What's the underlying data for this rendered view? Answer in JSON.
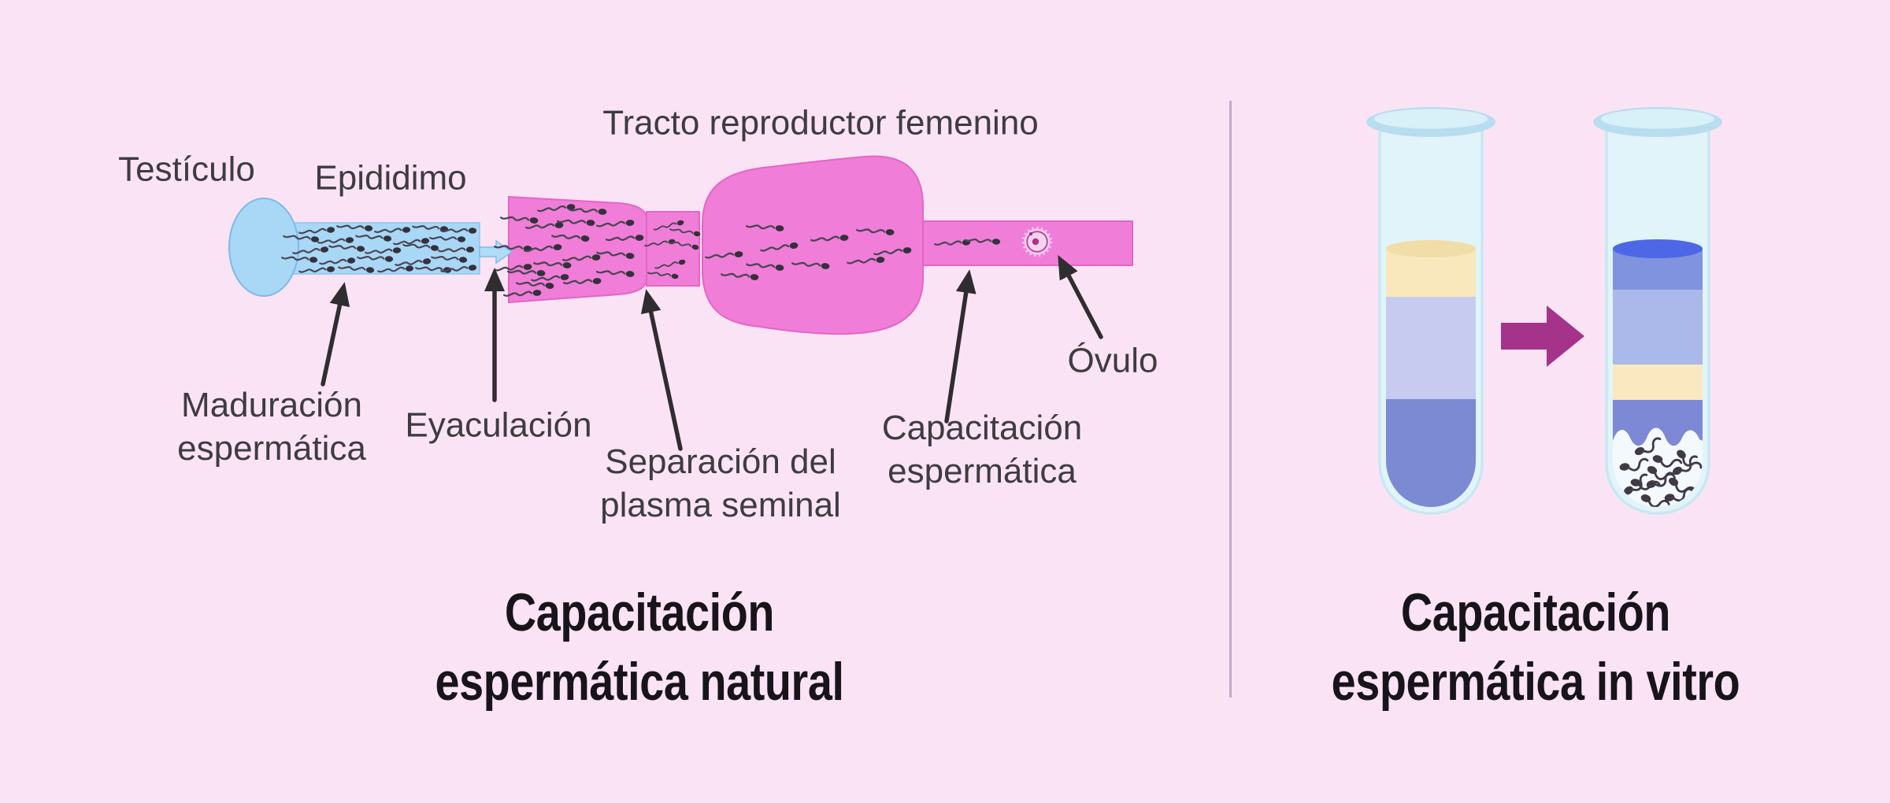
{
  "left_panel": {
    "labels": {
      "testiculo": "Testículo",
      "epididimo": "Epididimo",
      "tracto": "Tracto reproductor femenino",
      "maduracion_line1": "Maduración",
      "maduracion_line2": "espermática",
      "eyaculacion": "Eyaculación",
      "separacion_line1": "Separación del",
      "separacion_line2": "plasma seminal",
      "capacitacion_line1": "Capacitación",
      "capacitacion_line2": "espermática",
      "ovulo": "Óvulo"
    },
    "title_line1": "Capacitación",
    "title_line2": "espermática natural"
  },
  "right_panel": {
    "title_line1": "Capacitación",
    "title_line2": "espermática in vitro"
  },
  "colors": {
    "background": "#FBE3F6",
    "tract_pink": "#F07ED8",
    "tract_stroke": "#E465C5",
    "organ_blue": "#A9D7F6",
    "organ_blue_stroke": "#7FB9E9",
    "ejaculation_arrow_blue": "#AFDCF8",
    "pointer_arrow": "#2F2D30",
    "label_text": "#3E3C40",
    "title_text": "#17141A",
    "divider": "#C3AAC6",
    "glass_fill": "#E1F4F9",
    "glass_stroke": "#C7E8F2",
    "rim_fill": "#B7DDEE",
    "rim_top": "#D8F0F8",
    "cream_layer": "#F9E8BC",
    "cream_surface": "#F1DDA7",
    "lavender_layer": "#C6CBEF",
    "periwinkle_layer": "#7C89D3",
    "royal_blue_surface": "#4D67E6",
    "blue_band": "#8093DF",
    "light_periwinkle_band": "#ABB8EA",
    "cream_band": "#FAE9C0",
    "periwinkle_band": "#7D89D4",
    "pellet_zone": "#F4F9FE",
    "sperm_dark": "#35313B",
    "tube_sperm_dark": "#3F3A46",
    "ovum_fringe": "#F3CBEA",
    "ovum_fill": "#F5D3EE",
    "ovum_ring": "#C2399E",
    "ovum_nucleus": "#AD2E8E",
    "transfer_arrow": "#A43389"
  }
}
